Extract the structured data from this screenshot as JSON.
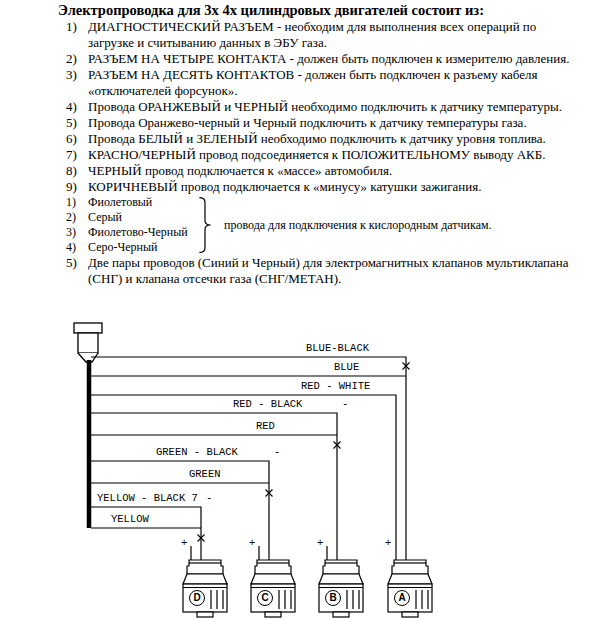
{
  "diagram": {
    "title": "Электропроводка для 3х 4х цилиндровых двигателей состоит из:",
    "nodes": [
      {
        "text": [
          "D"
        ]
      },
      {
        "text": [
          "C"
        ]
      },
      {
        "text": [
          "B"
        ]
      },
      {
        "text": [
          "A"
        ]
      }
    ],
    "labels": [
      "1)",
      "ДИАГНОСТИЧЕСКИЙ РАЗЪЕМ - необходим для выполнения всех операций по загрузке и считыванию данных в ЭБУ газа.",
      "2)",
      "РАЗЪЕМ НА ЧЕТЫРЕ КОНТАКТА - должен быть подключен к измерителю давления.",
      "3)",
      "РАЗЪЕМ НА ДЕСЯТЬ КОНТАКТОВ - должен быть подключен к разъему кабеля «отключателей форсунок».",
      "4)",
      "Провода ОРАНЖЕВЫЙ и ЧЕРНЫЙ необходимо подключить к датчику температуры.",
      "5)",
      "Провода Оранжево-черный и Черный подключить к датчику температуры газа.",
      "6)",
      "Провода БЕЛЫЙ и ЗЕЛЕНЫЙ необходимо подключить к датчику уровня топлива.",
      "7)",
      "КРАСНО/ЧЕРНЫЙ провод подсоединяется к ПОЛОЖИТЕЛЬНОМУ выводу АКБ.",
      "8)",
      "ЧЕРНЫЙ провод подключается к «массе» автомобиля.",
      "9)",
      "КОРИЧНЕВЫЙ провод подключается к «минусу» катушки зажигания.",
      "1)",
      "Фиолетовый",
      "2)",
      "Серый",
      "3)",
      "Фиолетово-Черный",
      "4)",
      "Серо-Черный",
      "провода для подключения к кислородным датчикам.",
      "5)",
      "Две пары проводов (Синий и Черный) для электромагнитных клапанов мультиклапана (СНГ) и клапана отсечки газа (СНГ/МЕТАН).",
      "BLUE-BLACK",
      "BLUE",
      "RED - WHITE",
      "RED - BLACK",
      "RED",
      "GREEN - BLACK",
      "GREEN",
      "YELLOW - BLACK 7",
      "YELLOW",
      "-",
      "-",
      "-",
      "+",
      "+",
      "+",
      "+"
    ]
  }
}
